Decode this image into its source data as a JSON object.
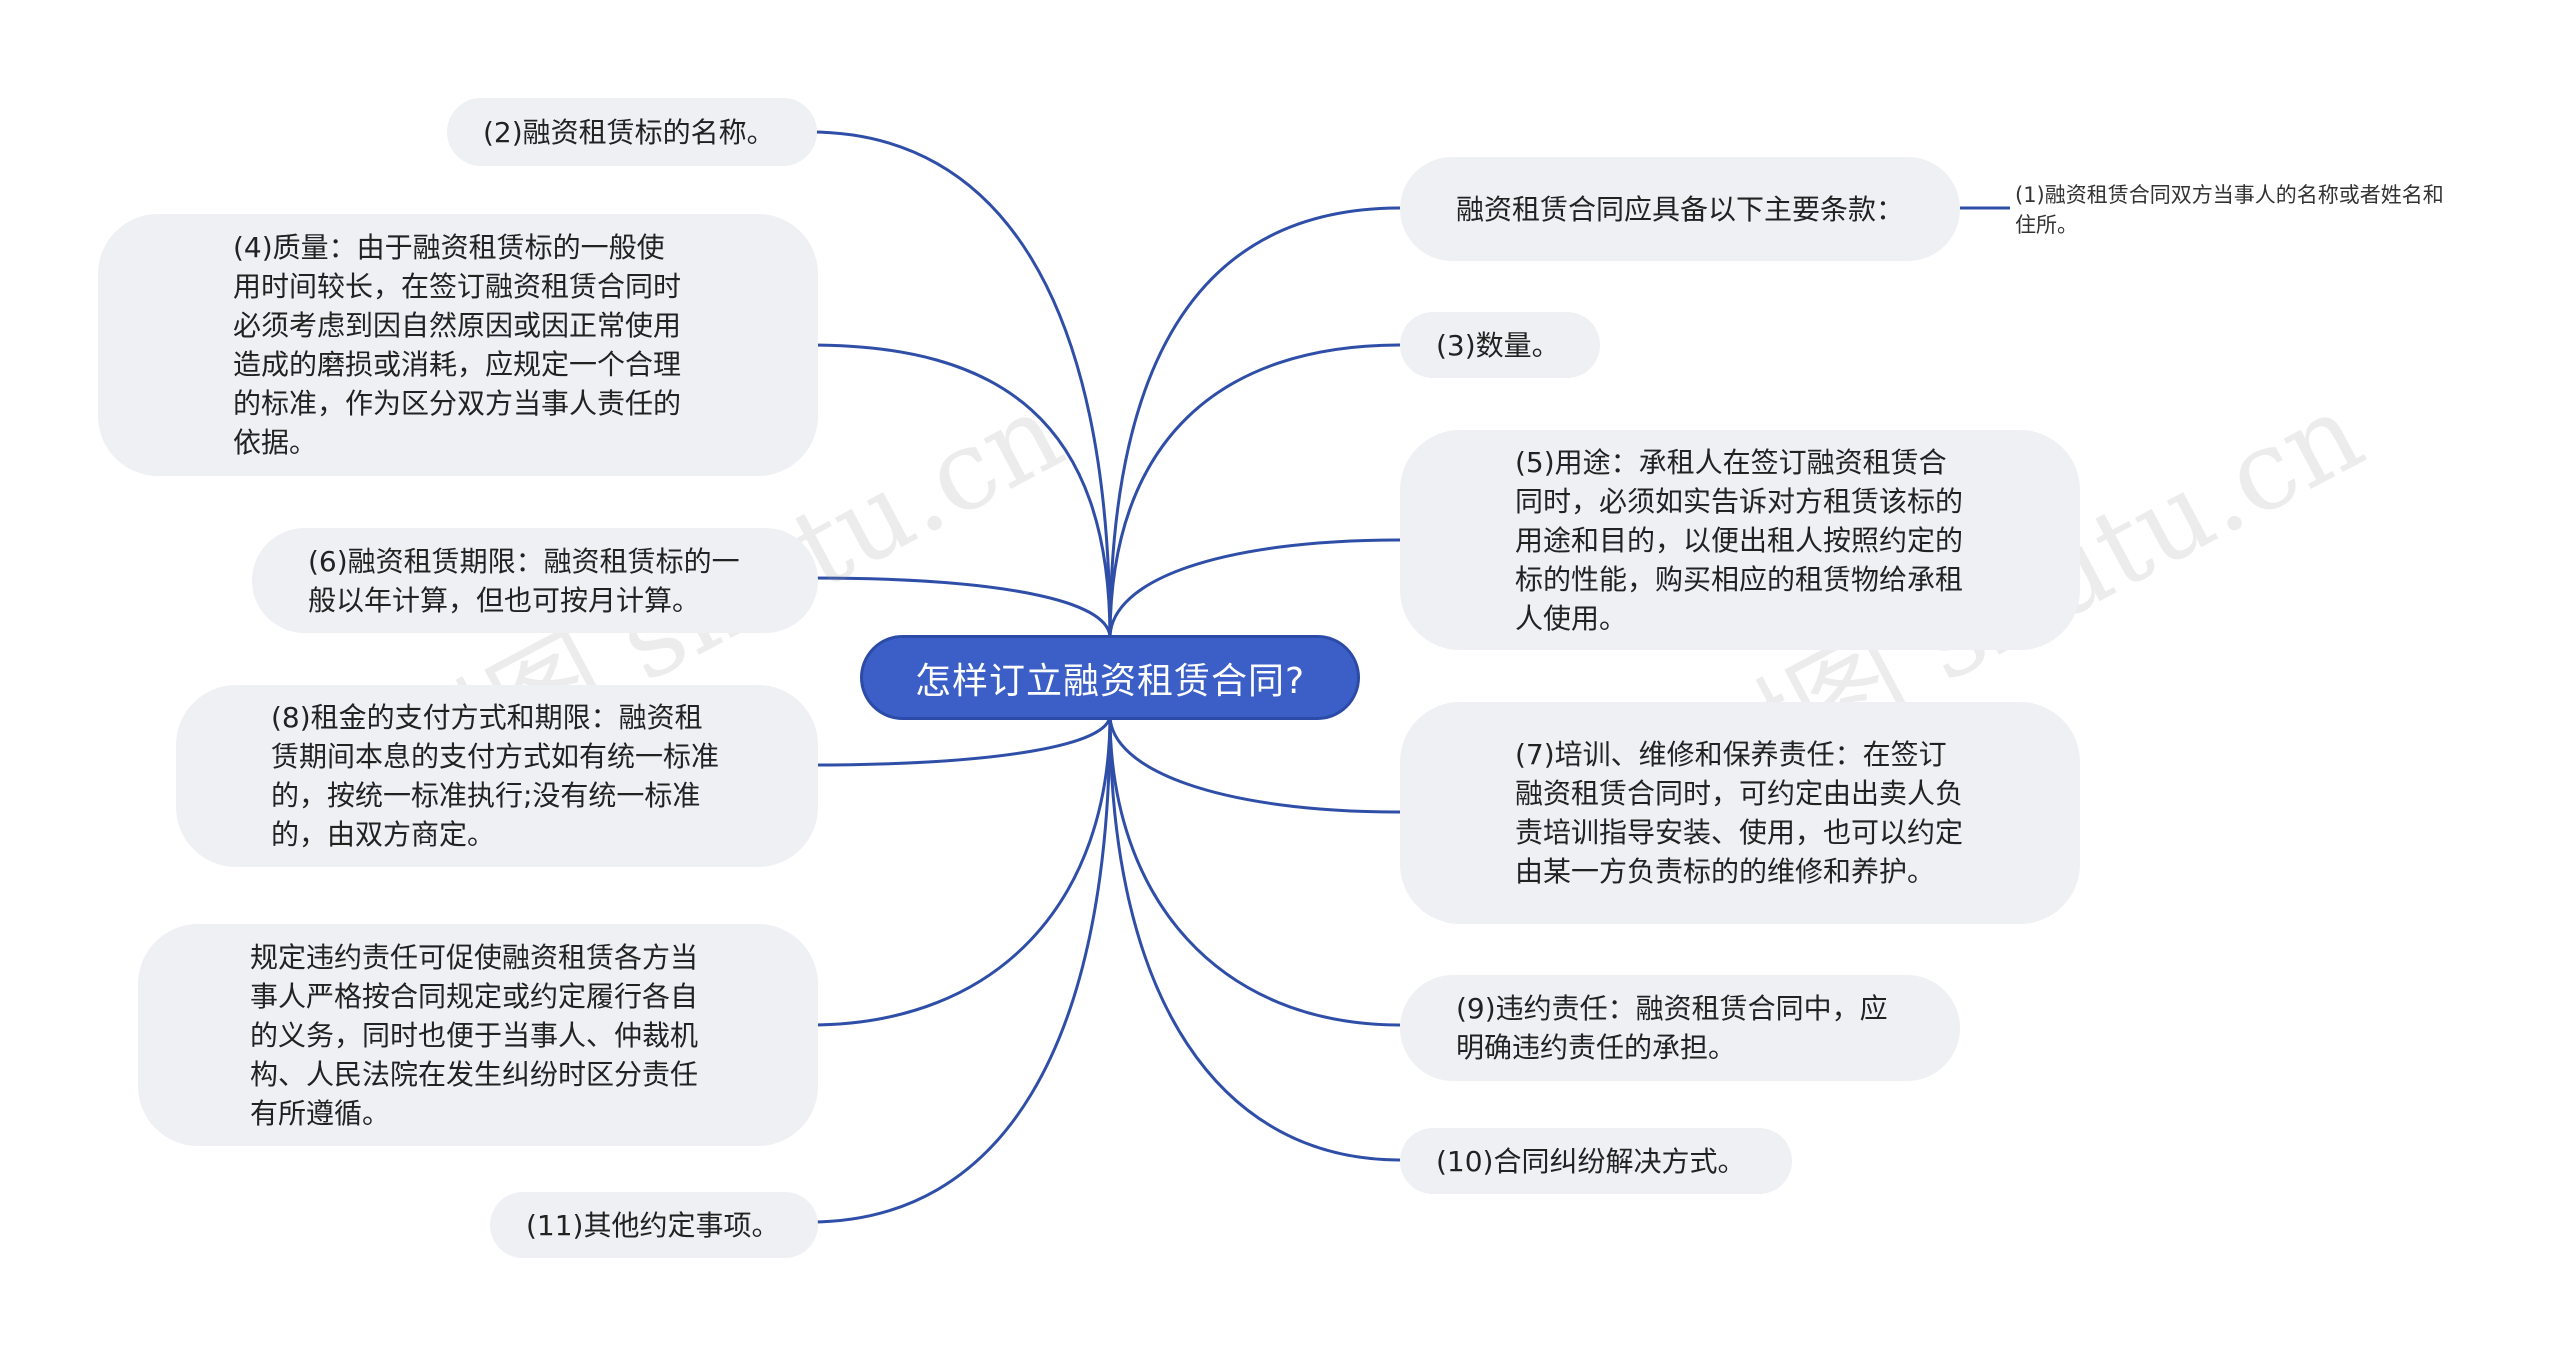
{
  "center": {
    "label": "怎样订立融资租赁合同?"
  },
  "left_nodes": [
    {
      "id": "l2",
      "text": "(2)融资租赁标的名称。"
    },
    {
      "id": "l4",
      "text": "(4)质量：由于融资租赁标的一般使用时间较长，在签订融资租赁合同时必须考虑到因自然原因或因正常使用造成的磨损或消耗，应规定一个合理的标准，作为区分双方当事人责任的依据。"
    },
    {
      "id": "l6",
      "text": "(6)融资租赁期限：融资租赁标的一般以年计算，但也可按月计算。"
    },
    {
      "id": "l8",
      "text": "(8)租金的支付方式和期限：融资租赁期间本息的支付方式如有统一标准的，按统一标准执行;没有统一标准的，由双方商定。"
    },
    {
      "id": "lb",
      "text": "规定违约责任可促使融资租赁各方当事人严格按合同规定或约定履行各自的义务，同时也便于当事人、仲裁机构、人民法院在发生纠纷时区分责任有所遵循。"
    },
    {
      "id": "l11",
      "text": "(11)其他约定事项。"
    }
  ],
  "right_nodes": [
    {
      "id": "r0",
      "text": "融资租赁合同应具备以下主要条款："
    },
    {
      "id": "r3",
      "text": "(3)数量。"
    },
    {
      "id": "r5",
      "text": "(5)用途：承租人在签订融资租赁合同时，必须如实告诉对方租赁该标的用途和目的，以便出租人按照约定的标的性能，购买相应的租赁物给承租人使用。"
    },
    {
      "id": "r7",
      "text": "(7)培训、维修和保养责任：在签订融资租赁合同时，可约定由出卖人负责培训指导安装、使用，也可以约定由某一方负责标的的维修和养护。"
    },
    {
      "id": "r9",
      "text": "(9)违约责任：融资租赁合同中，应明确违约责任的承担。"
    },
    {
      "id": "r10",
      "text": "(10)合同纠纷解决方式。"
    }
  ],
  "sub_leaf": {
    "text": "(1)融资租赁合同双方当事人的名称或者姓名和住所。"
  },
  "watermark": {
    "text": "树图 shutu.cn"
  },
  "colors": {
    "line": "#2f4ea8",
    "center_fill": "#3b5fc7",
    "node_fill": "#eef0f3"
  }
}
